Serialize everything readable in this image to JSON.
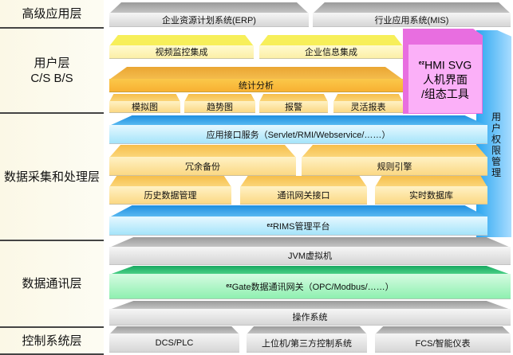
{
  "layers": {
    "advanced_app": "高级应用层",
    "user_l1": "用户层",
    "user_l2": "C/S B/S",
    "data_proc": "数据采集和处理层",
    "data_comm": "数据通讯层",
    "control": "控制系统层"
  },
  "blocks": {
    "erp": "企业资源计划系统(ERP)",
    "mis": "行业应用系统(MIS)",
    "video": "视频监控集成",
    "enterprise_info": "企业信息集成",
    "stats": "统计分析",
    "simulation": "模拟图",
    "trend": "趋势图",
    "alarm": "报警",
    "report": "灵活报表",
    "hmi_prefix": "ez",
    "hmi_l1": "HMI SVG",
    "hmi_l2": "人机界面",
    "hmi_l3": "/组态工具",
    "permission": "用户权限管理",
    "app_interface": "应用接口服务（Servlet/RMI/Webservice/……）",
    "redundancy": "冗余备份",
    "rule_engine": "规则引擎",
    "history": "历史数据管理",
    "gateway_if": "通讯网关接口",
    "realtime_db": "实时数据库",
    "rims_prefix": "ez",
    "rims": "RIMS管理平台",
    "jvm": "JVM虚拟机",
    "gate_prefix": "ez",
    "gate": "Gate数据通讯网关（OPC/Modbus/……）",
    "os": "操作系统",
    "dcs": "DCS/PLC",
    "upper": "上位机/第三方控制系统",
    "fcs": "FCS/智能仪表"
  }
}
